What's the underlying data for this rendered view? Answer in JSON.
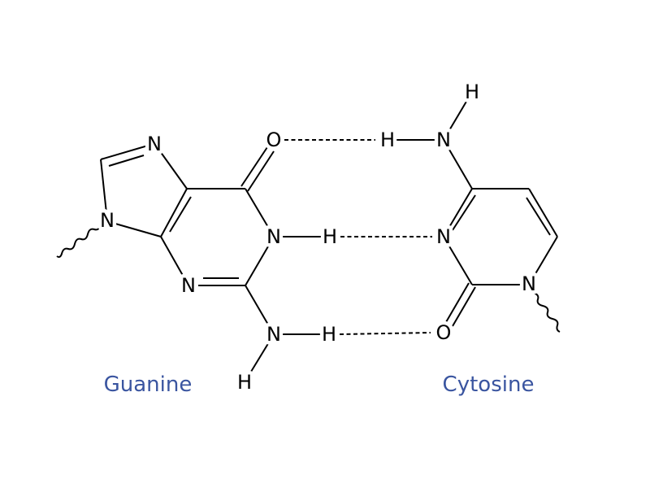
{
  "guanine": {
    "name": "Guanine",
    "atoms": [
      "N",
      "N",
      "O",
      "N",
      "H",
      "N",
      "N",
      "H",
      "H"
    ]
  },
  "cytosine": {
    "name": "Cytosine",
    "atoms": [
      "H",
      "H",
      "N",
      "N",
      "N",
      "O"
    ]
  },
  "colors": {
    "label": "#3a55a0",
    "structure": "#000000"
  }
}
